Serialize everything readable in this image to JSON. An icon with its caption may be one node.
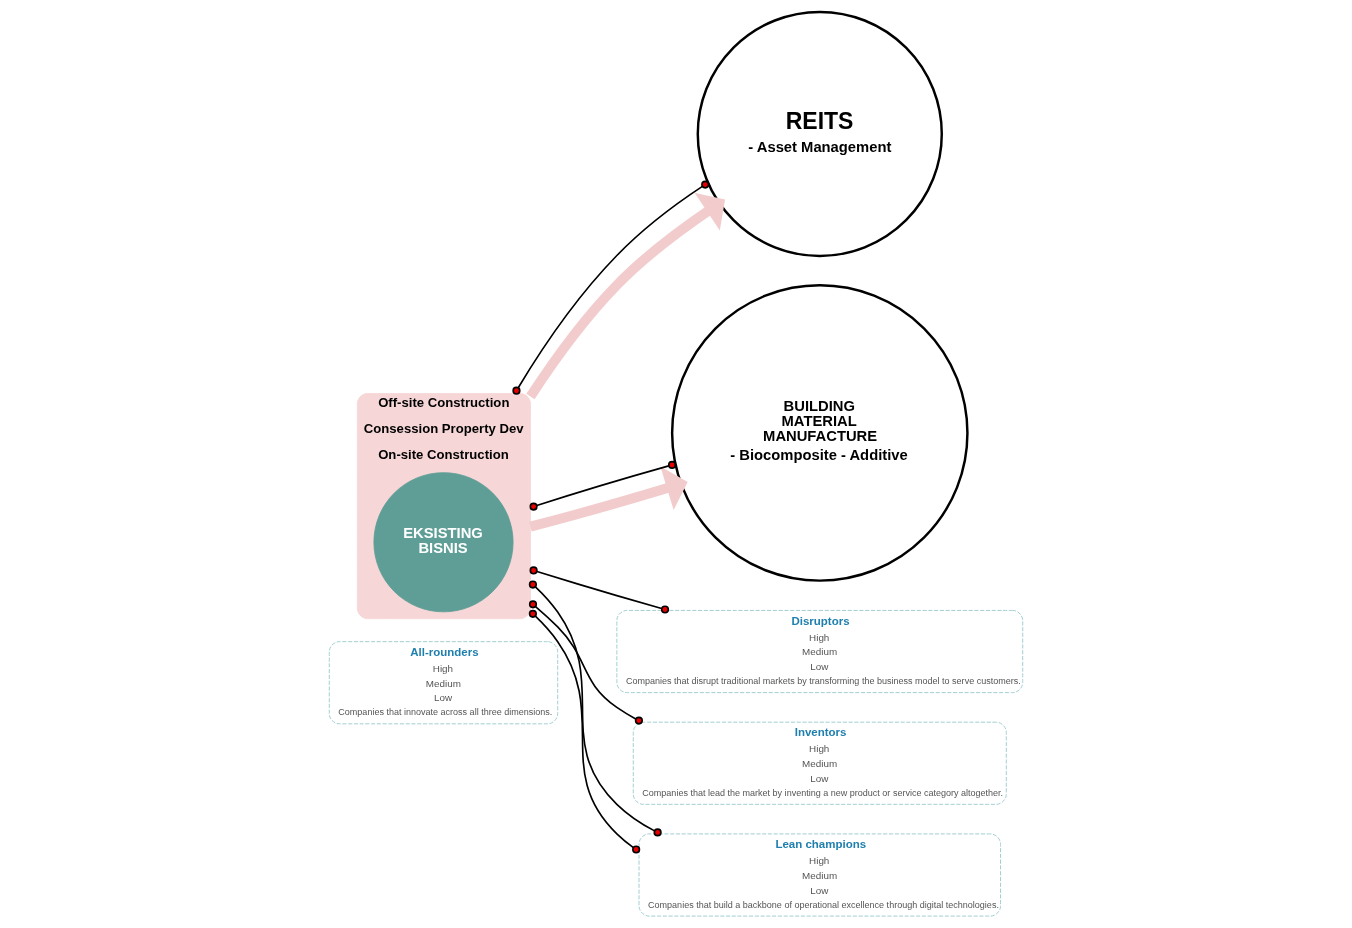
{
  "diagram": {
    "nodes": [
      {
        "text": [
          "All-rounders",
          "High",
          "Medium",
          "Low",
          "Companies that innovate across all three dimensions."
        ]
      },
      {
        "text": [
          "Off-site Construction",
          "Consession Property Dev",
          "On-site Construction"
        ]
      },
      {
        "text": [
          "EKSISTING BISNIS"
        ],
        "in": 1
      },
      {
        "text": [
          "REITS",
          "- Asset Management"
        ]
      },
      {
        "text": [
          "BUILDING MATERIAL MANUFACTURE",
          "- Biocomposite - Additive"
        ]
      },
      {
        "text": [
          "Disruptors",
          "High",
          "Medium",
          "Low",
          "Companies that disrupt traditional markets by transforming the business model to serve customers."
        ]
      },
      {
        "text": [
          "Inventors",
          "High",
          "Medium",
          "Low",
          "Companies that lead the market by inventing a new product or service category altogether."
        ]
      },
      {
        "text": [
          "Lean champions",
          "High",
          "Medium",
          "Low",
          "Companies that build a backbone of operational excellence through digital technologies."
        ]
      }
    ],
    "edges": [
      {
        "from": 1,
        "to": 3,
        "arrow": "to",
        "style": "thick",
        "color": "#f2cccc"
      },
      {
        "from": 1,
        "to": 4,
        "arrow": "to",
        "style": "thick",
        "color": "#f2cccc"
      },
      {
        "from": 1,
        "to": 5,
        "arrow": "other"
      },
      {
        "from": 1,
        "to": 3,
        "arrow": "other"
      },
      {
        "from": 1,
        "to": 7,
        "arrow": "other"
      },
      {
        "from": 1,
        "to": 6,
        "arrow": "other"
      },
      {
        "from": 1,
        "to": 4,
        "arrow": "other"
      },
      {
        "from": 1,
        "to": 7,
        "arrow": "other"
      }
    ]
  }
}
